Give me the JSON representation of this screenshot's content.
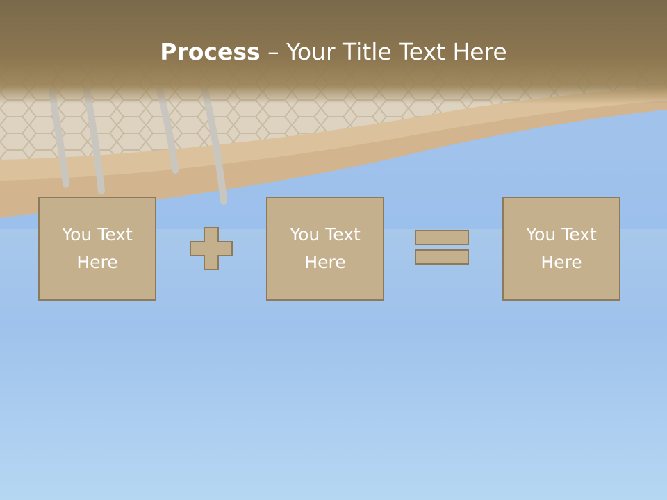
{
  "slide": {
    "title_bold": "Process",
    "title_rest": " – Your Title Text Here",
    "boxes": [
      {
        "text": "You Text Here"
      },
      {
        "text": "You Text Here"
      },
      {
        "text": "You Text Here"
      }
    ],
    "operators": [
      "plus-icon",
      "equals-icon"
    ]
  },
  "colors": {
    "title_band": "#8c7650",
    "box_fill": "#c4b08d",
    "box_border": "#8c7a5a",
    "water": "#9fc2ec"
  }
}
